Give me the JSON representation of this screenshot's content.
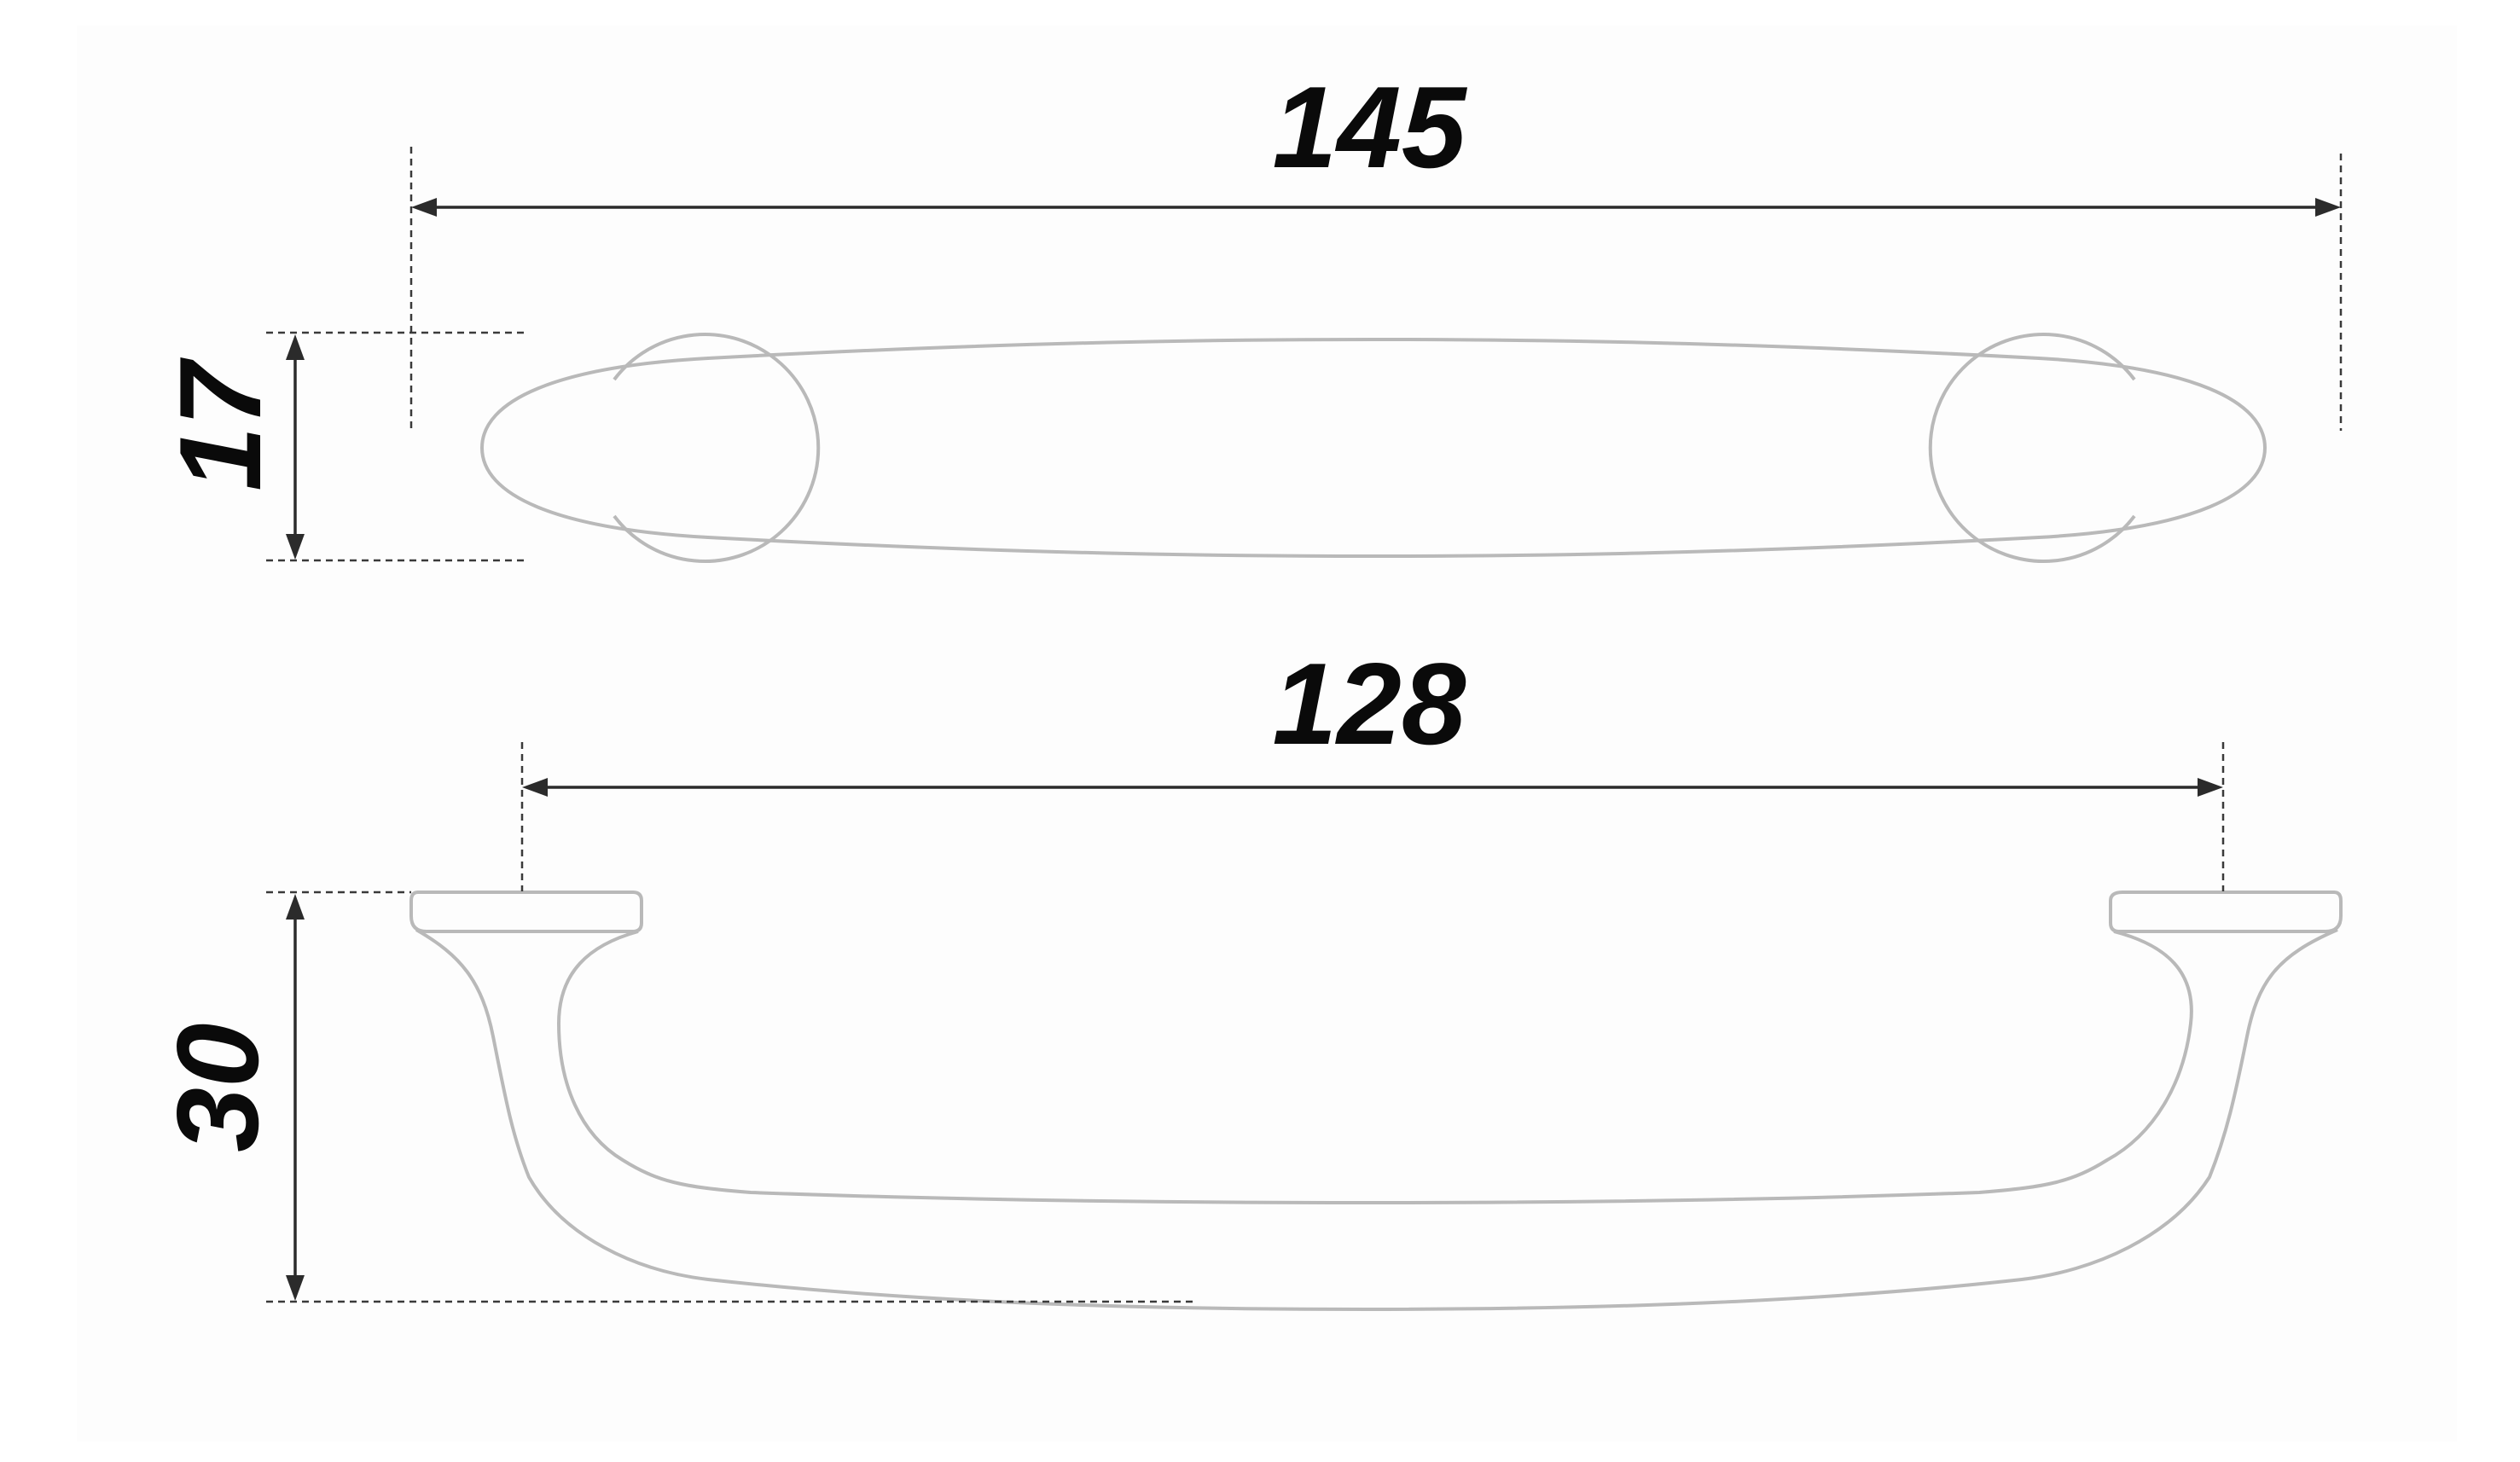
{
  "drawing": {
    "background_color": "#fdfdfd",
    "outline_color": "#b9b9b9",
    "dimension_color": "#2b2b2b",
    "text_color": "#0a0a0a"
  },
  "top_view": {
    "length_label": "145",
    "height_label": "17"
  },
  "side_view": {
    "hole_spacing_label": "128",
    "height_label": "30"
  }
}
